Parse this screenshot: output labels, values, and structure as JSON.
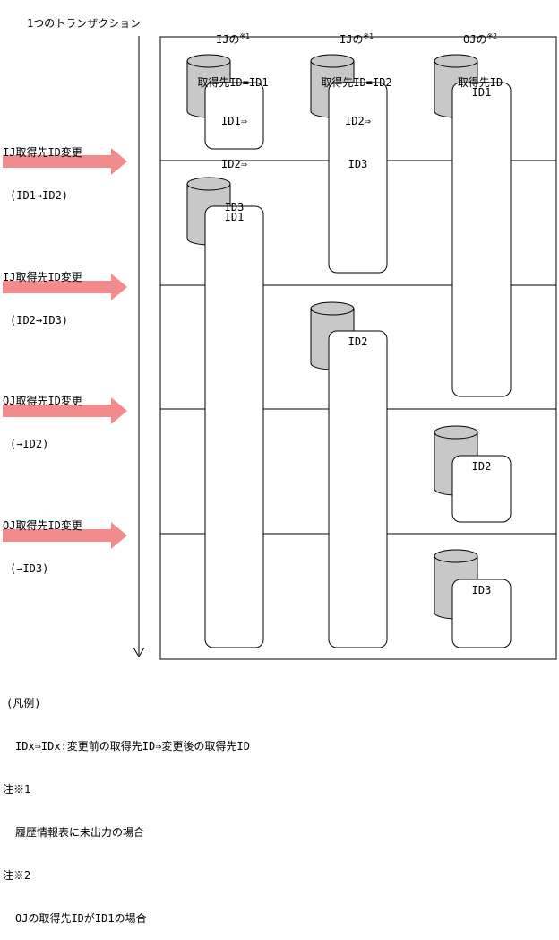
{
  "transaction_label": "1つのトランザクション",
  "columns": [
    {
      "line1": "IJの",
      "sup": "※1",
      "line2": "取得先ID=ID1"
    },
    {
      "line1": "IJの",
      "sup": "※1",
      "line2": "取得先ID=ID2"
    },
    {
      "line1": "OJの",
      "sup": "※2",
      "line2": "取得先ID"
    }
  ],
  "events": [
    {
      "line1": "IJ取得先ID変更",
      "line2": "(ID1→ID2)"
    },
    {
      "line1": "IJ取得先ID変更",
      "line2": "(ID2→ID3)"
    },
    {
      "line1": "OJ取得先ID変更",
      "line2": "(→ID2)"
    },
    {
      "line1": "OJ取得先ID変更",
      "line2": "(→ID3)"
    }
  ],
  "records": {
    "r1": [
      "ID1⇒",
      "ID2⇒",
      "ID3"
    ],
    "r2": [
      "ID2⇒",
      "ID3"
    ],
    "r3": "ID1",
    "r4": "ID1",
    "r5": "ID2",
    "r6": "ID2",
    "r7": "ID3"
  },
  "legend": {
    "title": "(凡例)",
    "line1": "IDx⇒IDx:変更前の取得先ID⇒変更後の取得先ID",
    "note1_label": "注※1",
    "note1_text": "履歴情報表に未出力の場合",
    "note2_label": "注※2",
    "note2_text": "OJの取得先IDがID1の場合"
  },
  "colors": {
    "arrow": "#f28b8b",
    "cylinder": "#c8c8c8",
    "line": "#000000"
  }
}
